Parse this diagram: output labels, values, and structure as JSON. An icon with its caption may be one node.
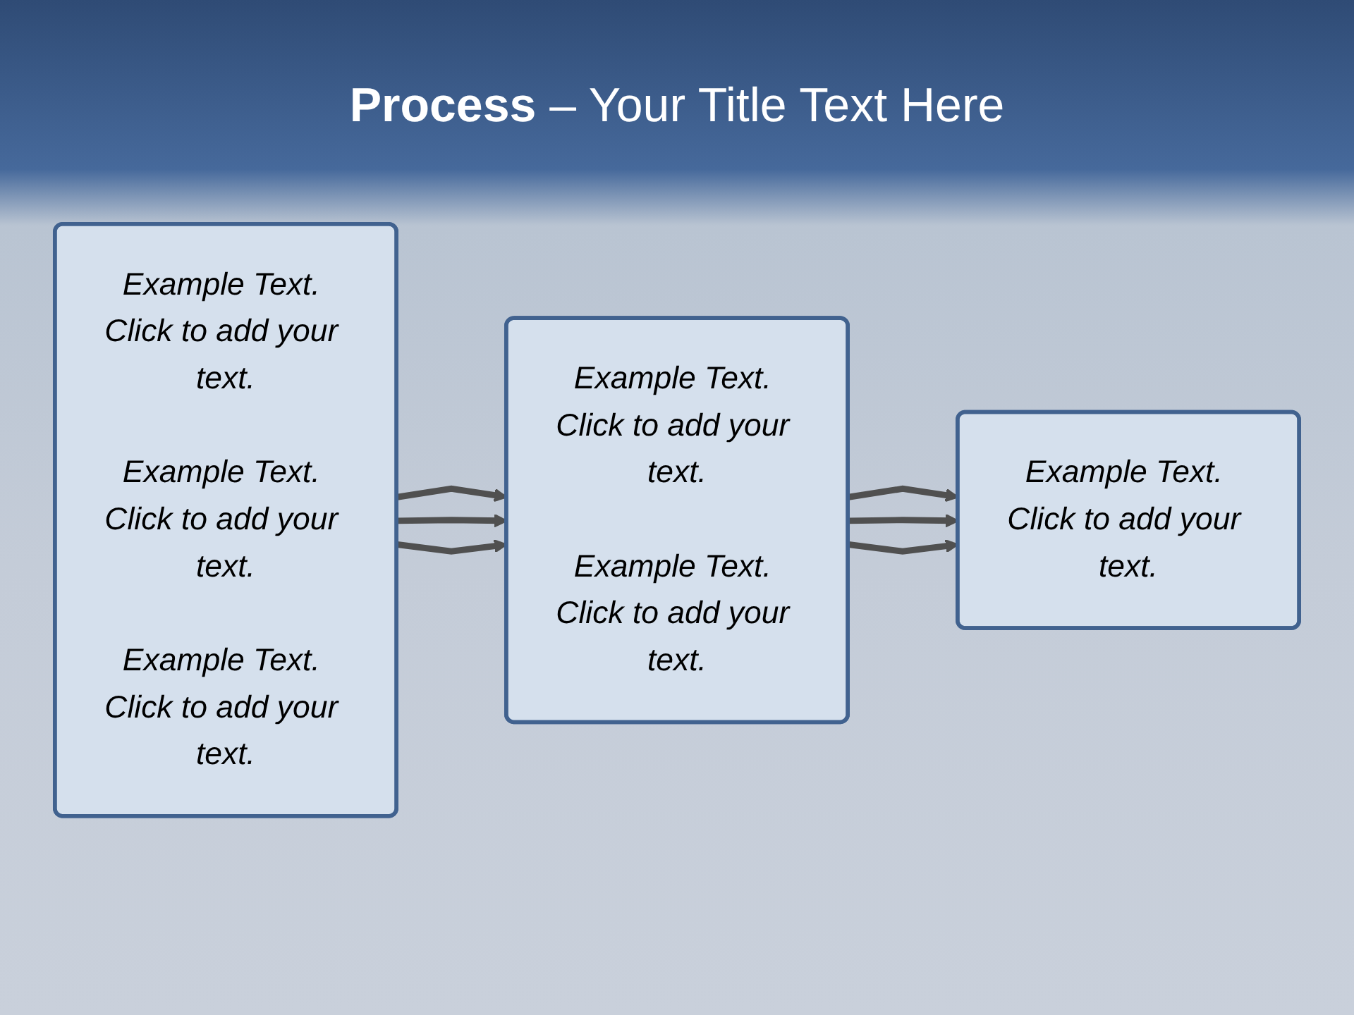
{
  "diagram": {
    "title": "**Process** – Your Title Text Here",
    "nodes": [
      {
        "text": [
          "Example Text. Click to add your text.",
          "Example Text. Click to add your text.",
          "Example Text. Click to add your text."
        ]
      },
      {
        "text": [
          "Example Text. Click to add your text.",
          "Example Text. Click to add your text."
        ]
      },
      {
        "text": [
          "Example Text. Click to add your text."
        ]
      }
    ],
    "edges": [
      {
        "from": 0,
        "to": 1,
        "arrow": "to"
      },
      {
        "from": 0,
        "to": 1,
        "arrow": "to"
      },
      {
        "from": 0,
        "to": 1,
        "arrow": "to"
      },
      {
        "from": 1,
        "to": 2,
        "arrow": "to"
      },
      {
        "from": 1,
        "to": 2,
        "arrow": "to"
      },
      {
        "from": 1,
        "to": 2,
        "arrow": "to"
      }
    ]
  }
}
